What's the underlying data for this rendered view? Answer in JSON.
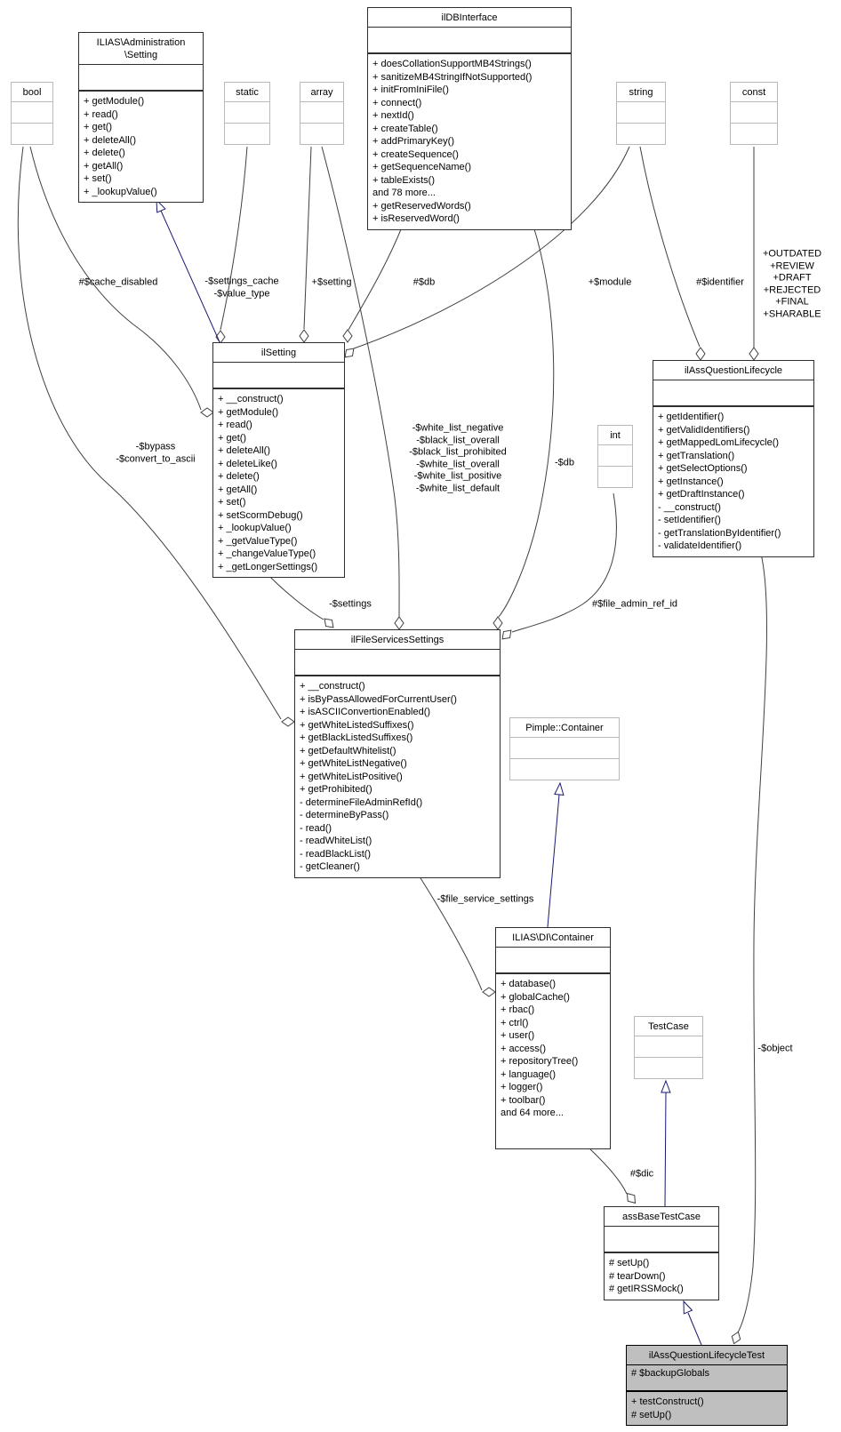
{
  "diagram": {
    "title": "Collaboration diagram for ilAssQuestionLifecycleTest",
    "highlight_fill": "#bfbfbf",
    "edge_color": "#404040",
    "inheritance_color": "#191970"
  },
  "classes": {
    "bool": {
      "name": "bool"
    },
    "admin_setting": {
      "name": "ILIAS\\Administration\n\\Setting",
      "attributes": [],
      "methods": [
        "+ getModule()",
        "+ read()",
        "+ get()",
        "+ deleteAll()",
        "+ delete()",
        "+ getAll()",
        "+ set()",
        "+ _lookupValue()"
      ]
    },
    "static": {
      "name": "static"
    },
    "array": {
      "name": "array"
    },
    "ildbinterface": {
      "name": "ilDBInterface",
      "attributes": [],
      "methods": [
        "+ doesCollationSupportMB4Strings()",
        "+ sanitizeMB4StringIfNotSupported()",
        "+ initFromIniFile()",
        "+ connect()",
        "+ nextId()",
        "+ createTable()",
        "+ addPrimaryKey()",
        "+ createSequence()",
        "+ getSequenceName()",
        "+ tableExists()",
        "and 78 more...",
        "+ getReservedWords()",
        "+ isReservedWord()"
      ]
    },
    "string": {
      "name": "string"
    },
    "const": {
      "name": "const"
    },
    "ilsetting": {
      "name": "ilSetting",
      "attributes": [],
      "methods": [
        "+ __construct()",
        "+ getModule()",
        "+ read()",
        "+ get()",
        "+ deleteAll()",
        "+ deleteLike()",
        "+ delete()",
        "+ getAll()",
        "+ set()",
        "+ setScormDebug()",
        "+ _lookupValue()",
        "+ _getValueType()",
        "+ _changeValueType()",
        "+ _getLongerSettings()"
      ]
    },
    "lifecycle": {
      "name": "ilAssQuestionLifecycle",
      "attributes": [],
      "methods": [
        "+ getIdentifier()",
        "+ getValidIdentifiers()",
        "+ getMappedLomLifecycle()",
        "+ getTranslation()",
        "+ getSelectOptions()",
        "+ getInstance()",
        "+ getDraftInstance()",
        "- __construct()",
        "- setIdentifier()",
        "- getTranslationByIdentifier()",
        "- validateIdentifier()"
      ]
    },
    "int": {
      "name": "int"
    },
    "fileservices": {
      "name": "ilFileServicesSettings",
      "attributes": [],
      "methods": [
        "+ __construct()",
        "+ isByPassAllowedForCurrentUser()",
        "+ isASCIIConvertionEnabled()",
        "+ getWhiteListedSuffixes()",
        "+ getBlackListedSuffixes()",
        "+ getDefaultWhitelist()",
        "+ getWhiteListNegative()",
        "+ getWhiteListPositive()",
        "+ getProhibited()",
        "- determineFileAdminRefId()",
        "- determineByPass()",
        "- read()",
        "- readWhiteList()",
        "- readBlackList()",
        "- getCleaner()"
      ]
    },
    "pimple": {
      "name": "Pimple::Container"
    },
    "container": {
      "name": "ILIAS\\DI\\Container",
      "attributes": [],
      "methods": [
        "+ database()",
        "+ globalCache()",
        "+ rbac()",
        "+ ctrl()",
        "+ user()",
        "+ access()",
        "+ repositoryTree()",
        "+ language()",
        "+ logger()",
        "+ toolbar()",
        "and 64 more..."
      ]
    },
    "testcase": {
      "name": "TestCase"
    },
    "assbase": {
      "name": "assBaseTestCase",
      "attributes": [],
      "methods": [
        "# setUp()",
        "# tearDown()",
        "# getIRSSMock()"
      ]
    },
    "lifecycletest": {
      "name": "ilAssQuestionLifecycleTest",
      "attributes": [
        "# $backupGlobals"
      ],
      "methods": [
        "+ testConstruct()",
        "# setUp()"
      ]
    }
  },
  "labels": {
    "cache_disabled": "#$cache_disabled",
    "settings_cache": "-$settings_cache\n-$value_type",
    "setting": "+$setting",
    "db_setting": "#$db",
    "module": "+$module",
    "identifier": "#$identifier",
    "lifecycle_consts": "+OUTDATED\n+REVIEW\n+DRAFT\n+REJECTED\n+FINAL\n+SHARABLE",
    "bypass": "-$bypass\n-$convert_to_ascii",
    "white_lists": "-$white_list_negative\n-$black_list_overall\n-$black_list_prohibited\n-$white_list_overall\n-$white_list_positive\n-$white_list_default",
    "db_fs": "-$db",
    "settings": "-$settings",
    "file_admin_ref_id": "#$file_admin_ref_id",
    "file_service_settings": "-$file_service_settings",
    "dic": "#$dic",
    "object": "-$object"
  }
}
